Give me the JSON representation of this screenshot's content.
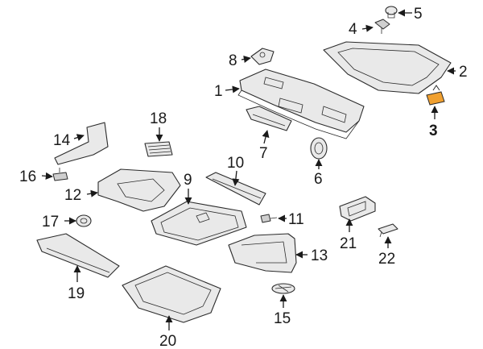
{
  "diagram": {
    "highlight_color": "#f0a030",
    "callouts": [
      {
        "id": "1",
        "text": "1"
      },
      {
        "id": "2",
        "text": "2"
      },
      {
        "id": "3",
        "text": "3"
      },
      {
        "id": "4",
        "text": "4"
      },
      {
        "id": "5",
        "text": "5"
      },
      {
        "id": "6",
        "text": "6"
      },
      {
        "id": "7",
        "text": "7"
      },
      {
        "id": "8",
        "text": "8"
      },
      {
        "id": "9",
        "text": "9"
      },
      {
        "id": "10",
        "text": "10"
      },
      {
        "id": "11",
        "text": "11"
      },
      {
        "id": "12",
        "text": "12"
      },
      {
        "id": "13",
        "text": "13"
      },
      {
        "id": "14",
        "text": "14"
      },
      {
        "id": "15",
        "text": "15"
      },
      {
        "id": "16",
        "text": "16"
      },
      {
        "id": "17",
        "text": "17"
      },
      {
        "id": "18",
        "text": "18"
      },
      {
        "id": "19",
        "text": "19"
      },
      {
        "id": "20",
        "text": "20"
      },
      {
        "id": "21",
        "text": "21"
      },
      {
        "id": "22",
        "text": "22"
      }
    ]
  }
}
